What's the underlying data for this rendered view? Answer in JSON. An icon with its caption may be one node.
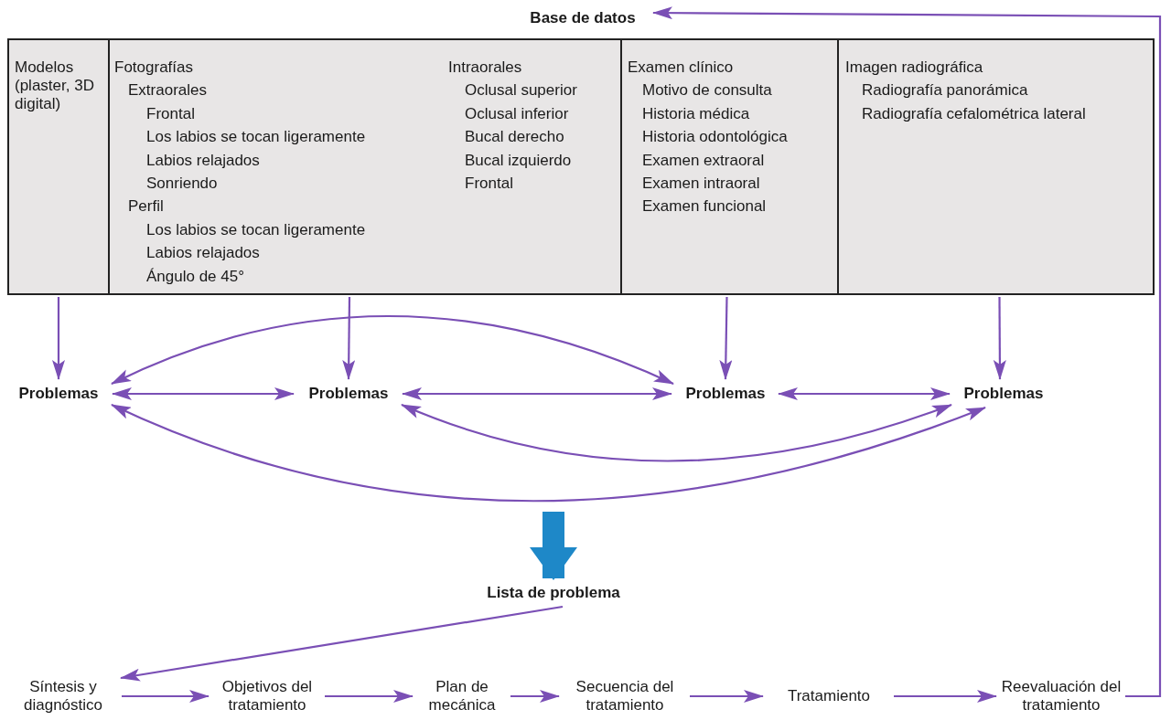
{
  "diagram": {
    "nodes": [
      {
        "text": [
          "Base de datos"
        ]
      },
      {
        "text": [
          "Modelos (plaster, 3D digital)"
        ]
      },
      {
        "text": [
          "Fotografías",
          "Extraorales",
          "Frontal",
          "Los labios se tocan ligeramente",
          "Labios relajados",
          "Sonriendo",
          "Perfil",
          "Los labios se tocan ligeramente",
          "Labios relajados",
          "Ángulo de 45°",
          "Intraorales",
          "Oclusal superior",
          "Oclusal inferior",
          "Bucal derecho",
          "Bucal izquierdo",
          "Frontal"
        ]
      },
      {
        "text": [
          "Examen clínico",
          "Motivo de consulta",
          "Historia médica",
          "Historia odontológica",
          "Examen extraoral",
          "Examen intraoral",
          "Examen funcional"
        ]
      },
      {
        "text": [
          "Imagen radiográfica",
          "Radiografía panorámica",
          "Radiografía cefalométrica lateral"
        ]
      },
      {
        "text": [
          "Problemas"
        ]
      },
      {
        "text": [
          "Problemas"
        ]
      },
      {
        "text": [
          "Problemas"
        ]
      },
      {
        "text": [
          "Problemas"
        ]
      },
      {
        "text": [
          "Lista de problema"
        ]
      },
      {
        "text": [
          "Síntesis y diagnóstico"
        ]
      },
      {
        "text": [
          "Objetivos del tratamiento"
        ]
      },
      {
        "text": [
          "Plan de mecánica"
        ]
      },
      {
        "text": [
          "Secuencia del tratamiento"
        ]
      },
      {
        "text": [
          "Tratamiento"
        ]
      },
      {
        "text": [
          "Reevaluación del tratamiento"
        ]
      }
    ],
    "edges": [
      {
        "from": 1,
        "to": 5,
        "arrow": "to"
      },
      {
        "from": 2,
        "to": 6,
        "arrow": "to"
      },
      {
        "from": 3,
        "to": 7,
        "arrow": "to"
      },
      {
        "from": 4,
        "to": 8,
        "arrow": "to"
      },
      {
        "from": 5,
        "to": 6,
        "arrow": "both"
      },
      {
        "from": 6,
        "to": 7,
        "arrow": "both"
      },
      {
        "from": 7,
        "to": 8,
        "arrow": "both"
      },
      {
        "from": 5,
        "to": 7,
        "arrow": "both"
      },
      {
        "from": 6,
        "to": 8,
        "arrow": "both"
      },
      {
        "from": 5,
        "to": 8,
        "arrow": "both"
      },
      {
        "from": null,
        "to": 9,
        "arrow": "to",
        "style": "thick",
        "color": "#1e88c8"
      },
      {
        "from": 9,
        "to": 10,
        "arrow": "to"
      },
      {
        "from": 10,
        "to": 11,
        "arrow": "to"
      },
      {
        "from": 11,
        "to": 12,
        "arrow": "to"
      },
      {
        "from": 12,
        "to": 13,
        "arrow": "to"
      },
      {
        "from": 13,
        "to": 14,
        "arrow": "to"
      },
      {
        "from": 14,
        "to": 15,
        "arrow": "to"
      },
      {
        "from": 15,
        "to": 0,
        "arrow": "to"
      }
    ]
  }
}
